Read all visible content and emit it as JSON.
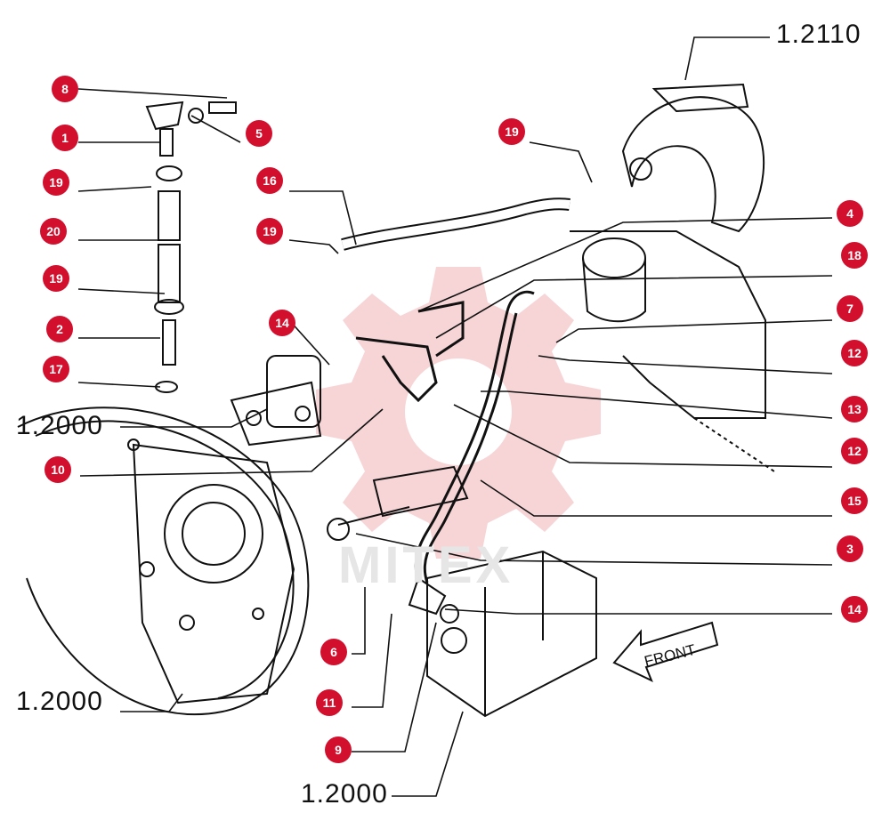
{
  "colors": {
    "callout": "#d2102e",
    "ink": "#111111",
    "watermark": "#f7d5d6"
  },
  "watermark": "MITEX",
  "front_label": "FRONT",
  "reference_labels": [
    "1.2110",
    "1.2000",
    "1.2000",
    "1.2000"
  ],
  "callouts": {
    "left": [
      "8",
      "1",
      "19",
      "20",
      "19",
      "2",
      "17"
    ],
    "pipe": [
      "5",
      "16",
      "19",
      "14",
      "19"
    ],
    "right": [
      "4",
      "18",
      "7",
      "12",
      "13",
      "12",
      "15",
      "3",
      "14"
    ],
    "bottom": [
      "10",
      "6",
      "11",
      "9"
    ]
  }
}
